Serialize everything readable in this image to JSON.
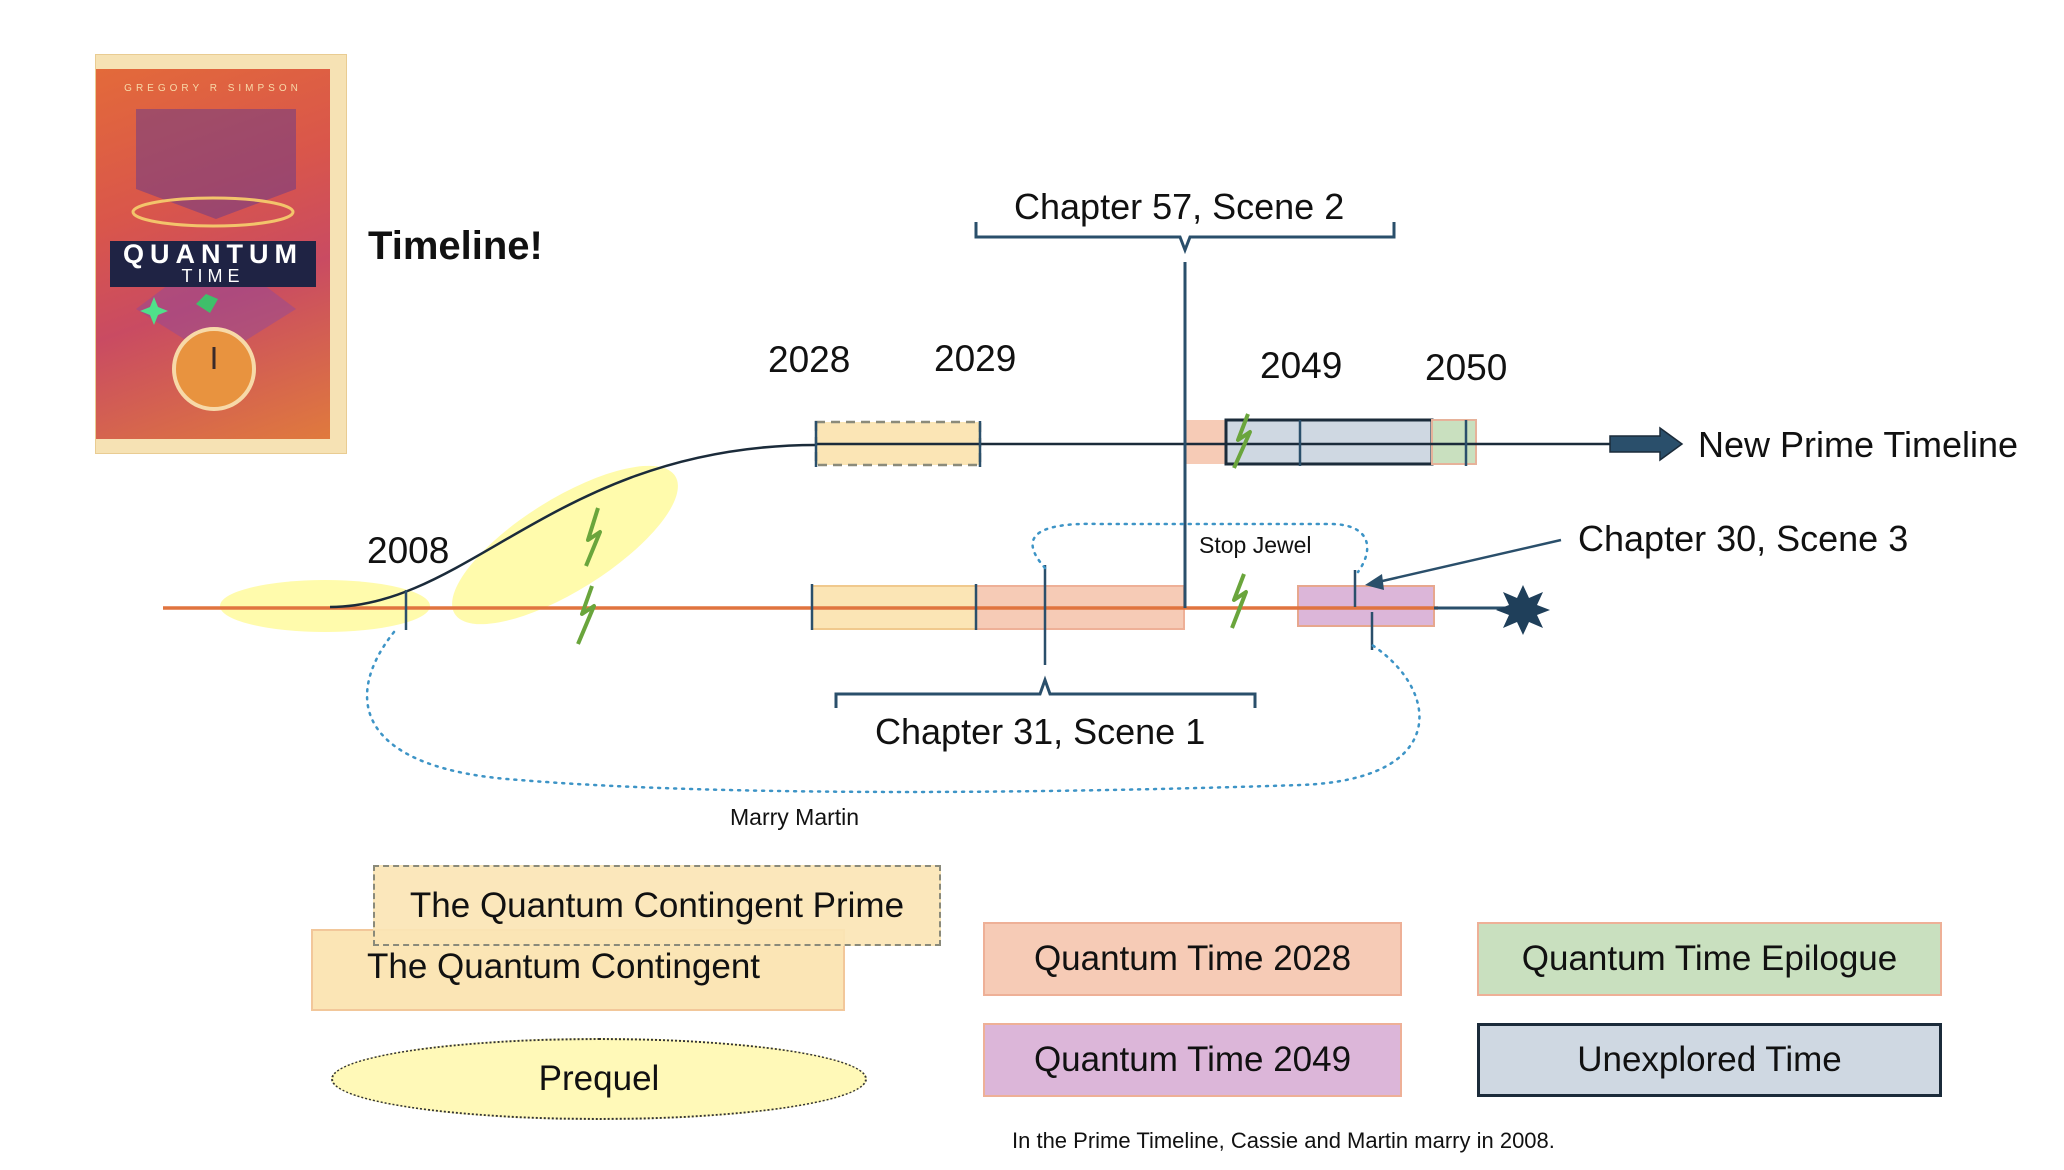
{
  "cover": {
    "author": "GREGORY R SIMPSON",
    "title": "QUANTUM",
    "subtitle": "TIME"
  },
  "heading": "Timeline!",
  "years": {
    "y2008": "2008",
    "y2028": "2028",
    "y2029": "2029",
    "y2049": "2049",
    "y2050": "2050"
  },
  "labels": {
    "new_prime_timeline": "New Prime Timeline",
    "chapter_57": "Chapter 57, Scene 2",
    "chapter_30": "Chapter 30, Scene 3",
    "chapter_31": "Chapter 31, Scene 1",
    "stop_jewel": "Stop Jewel",
    "marry_martin": "Marry Martin"
  },
  "legend": {
    "prime": "The Quantum Contingent Prime",
    "contingent": "The Quantum Contingent",
    "prequel": "Prequel",
    "qt2028": "Quantum Time 2028",
    "qt2049": "Quantum Time 2049",
    "epilogue": "Quantum Time Epilogue",
    "unexplored": "Unexplored Time"
  },
  "colors": {
    "contingent_fill": "#fbe5b5",
    "qt2028_fill": "#f6cbb6",
    "qt2049_fill": "#dcb6d9",
    "epilogue_fill": "#c9e0bf",
    "unexplored_fill": "#cfd8e2",
    "prequel_fill": "#fff9b8",
    "original_timeline": "#e0743f",
    "new_timeline": "#1b2b3a",
    "marker": "#2a4f6b",
    "lightning": "#6aa53c",
    "dotted_link": "#3d94c6"
  },
  "note": "In the Prime Timeline, Cassie and Martin marry in 2008."
}
